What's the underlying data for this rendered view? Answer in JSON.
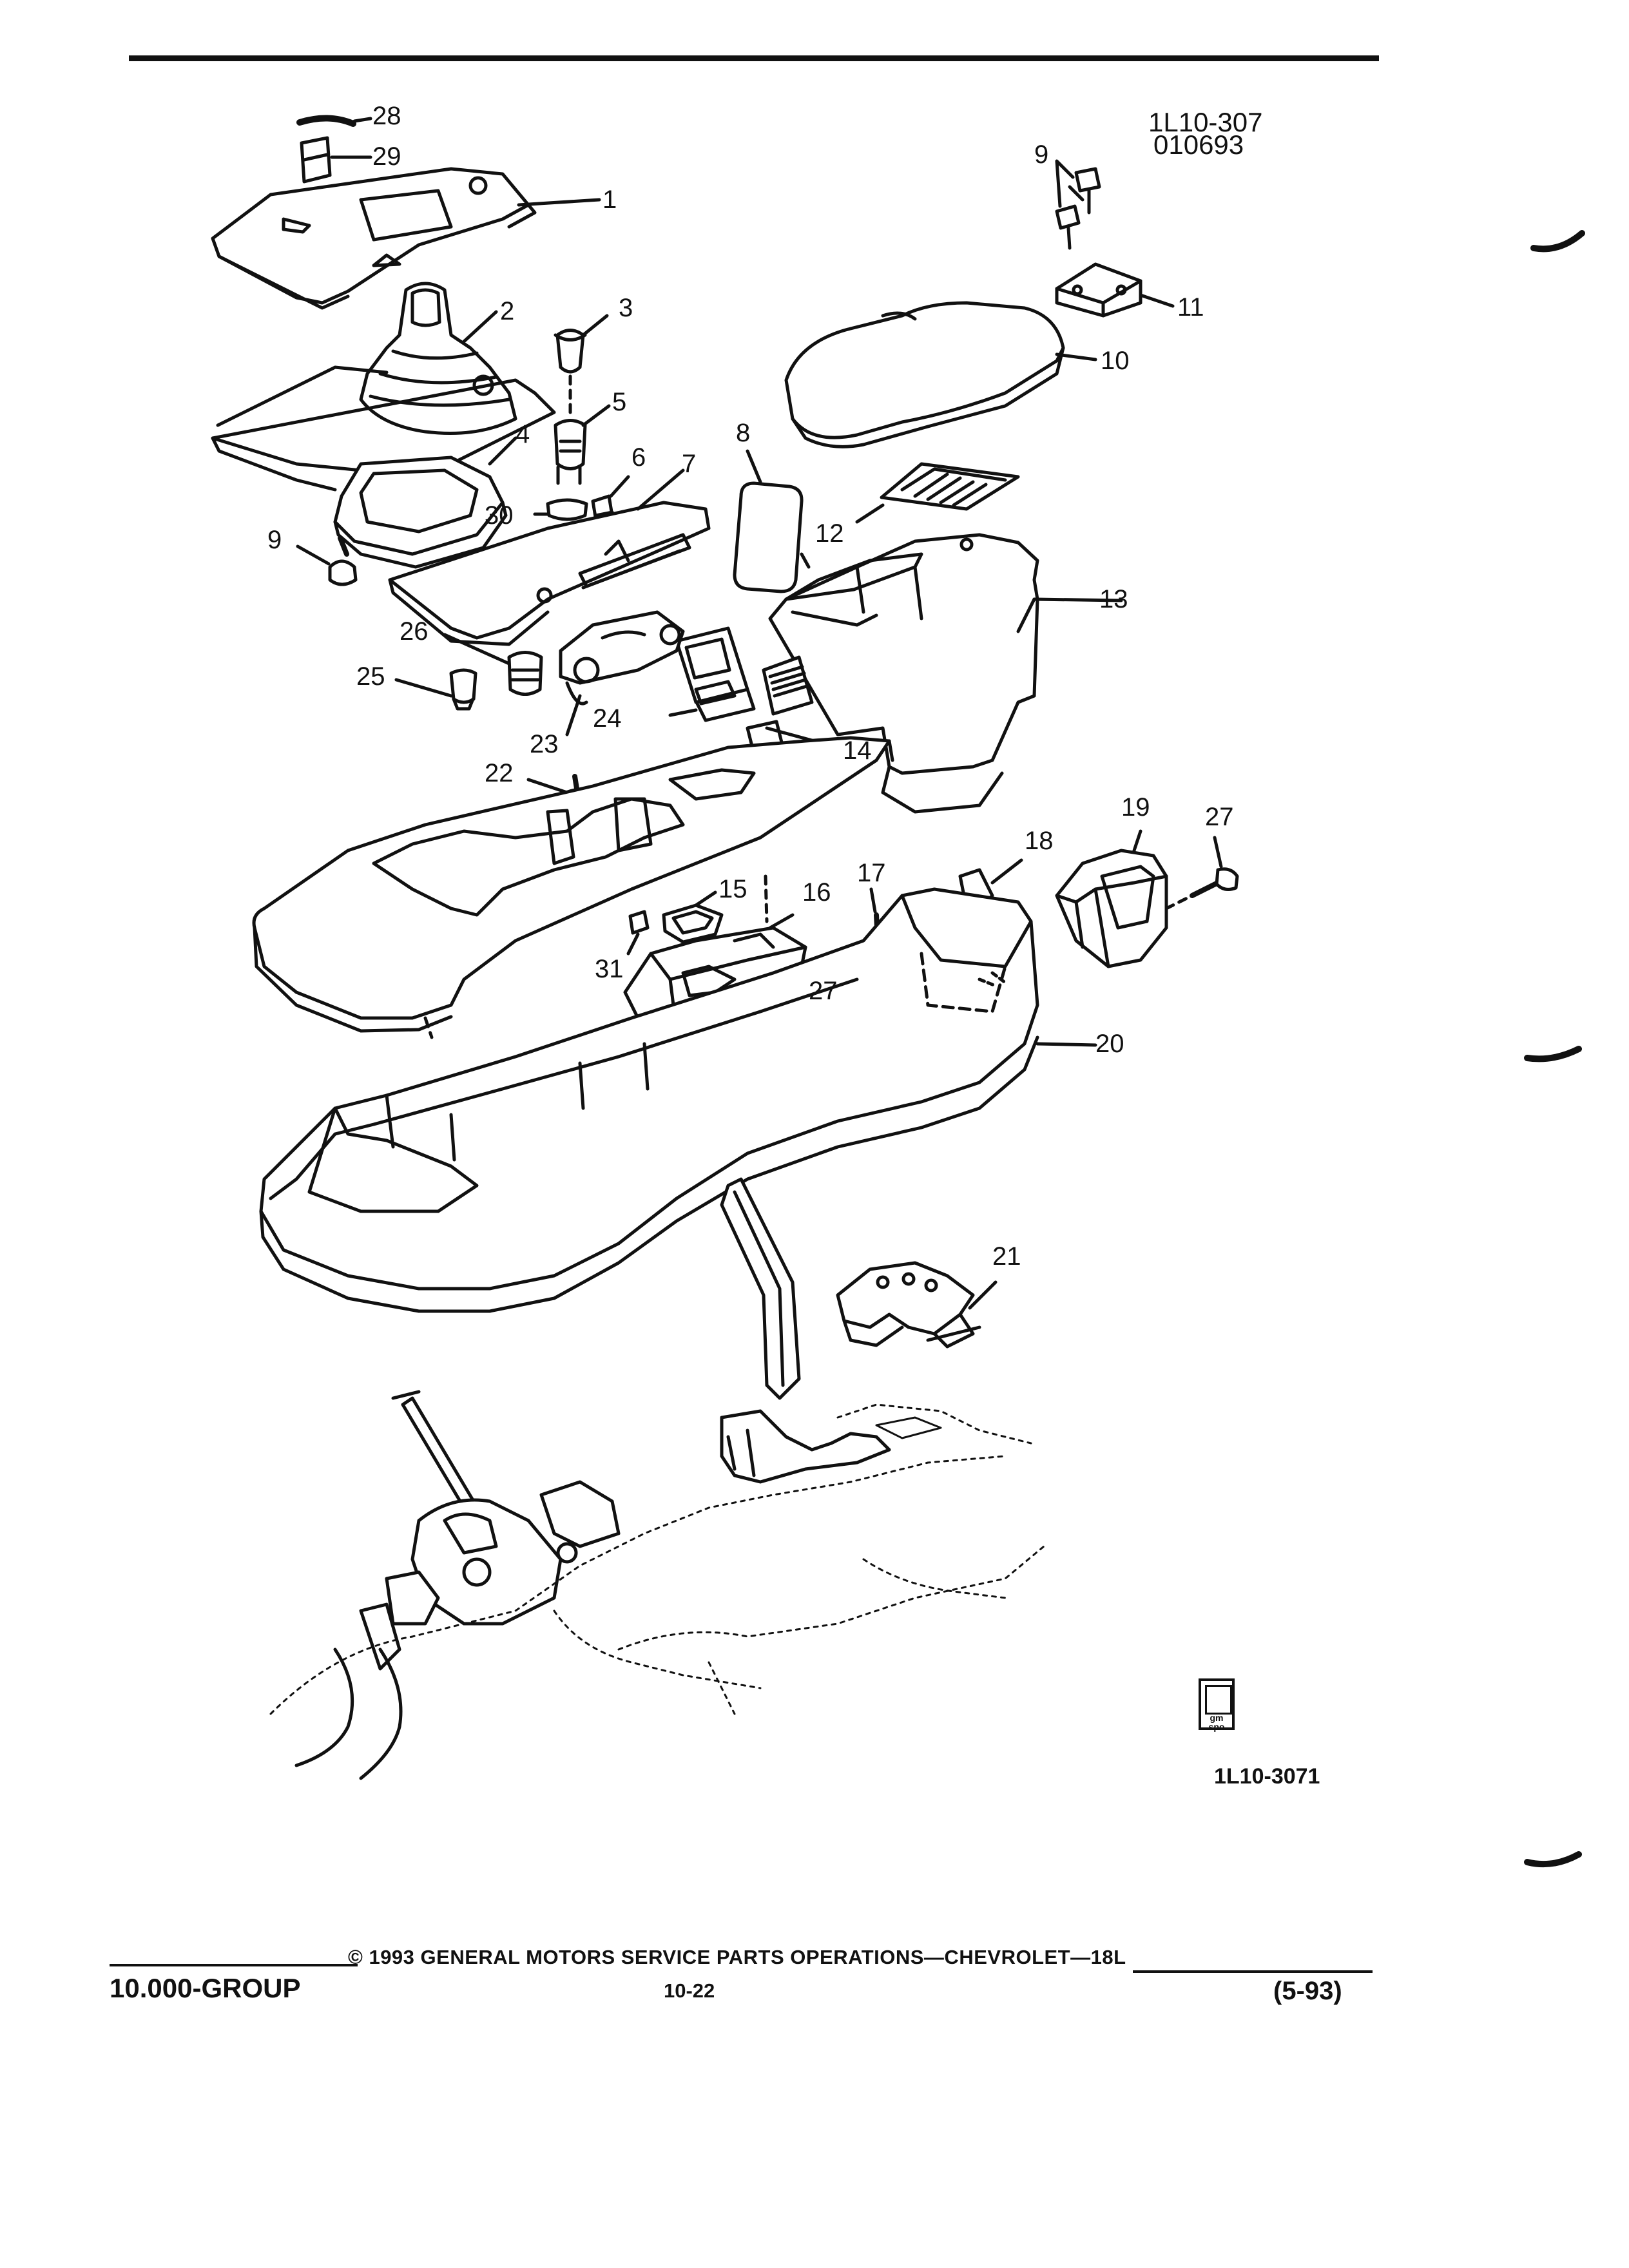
{
  "header": {
    "ref_code_line1": "1L10-307",
    "ref_code_line2": "010693"
  },
  "callouts": [
    "28",
    "29",
    "1",
    "2",
    "3",
    "4",
    "5",
    "6",
    "7",
    "30",
    "9",
    "8",
    "9",
    "11",
    "10",
    "12",
    "13",
    "26",
    "25",
    "24",
    "23",
    "14",
    "22",
    "19",
    "27",
    "18",
    "15",
    "16",
    "17",
    "31",
    "27",
    "20",
    "21"
  ],
  "figure": {
    "number": "1L10-3071",
    "badge_text": "gm spo"
  },
  "footer": {
    "copyright": "© 1993 GENERAL MOTORS SERVICE PARTS OPERATIONS—CHEVROLET—18L",
    "group": "10.000-GROUP",
    "page": "10-22",
    "date": "(5-93)"
  },
  "colors": {
    "ink": "#111111",
    "paper": "#ffffff"
  }
}
